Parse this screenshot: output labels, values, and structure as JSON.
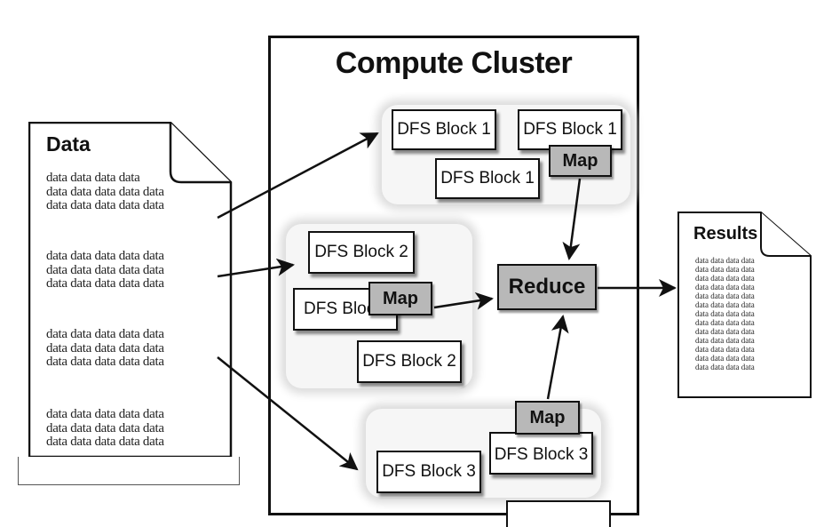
{
  "diagram": {
    "cluster_title": "Compute Cluster",
    "data_doc": {
      "title": "Data",
      "groups": [
        [
          "data data data data",
          "data data data data data",
          "data data data data data"
        ],
        [
          "data data data data data",
          "data data data data data",
          "data data data data data"
        ],
        [
          "data data data data data",
          "data data data data data",
          "data data data data data"
        ],
        [
          "data data data data data",
          "data data data data data",
          "data data data data data"
        ]
      ]
    },
    "blocks": {
      "b1a": "DFS Block 1",
      "b1b": "DFS Block 1",
      "b1c": "DFS Block 1",
      "b2a": "DFS Block 2",
      "b2b": "DFS Block 2",
      "b2c": "DFS Block 2",
      "b3a": "DFS Block 3",
      "b3b": "DFS Block 3"
    },
    "map_labels": [
      "Map",
      "Map",
      "Map"
    ],
    "reduce_label": "Reduce",
    "results_doc": {
      "title": "Results",
      "lines": [
        "data data data data",
        "data data data data",
        "data data data data",
        "data data data data",
        "data data data data",
        "data data data data",
        "data data data data",
        "data data data data",
        "data data data data",
        "data data data data",
        "data data data data",
        "data data data data",
        "data data data data"
      ]
    }
  }
}
